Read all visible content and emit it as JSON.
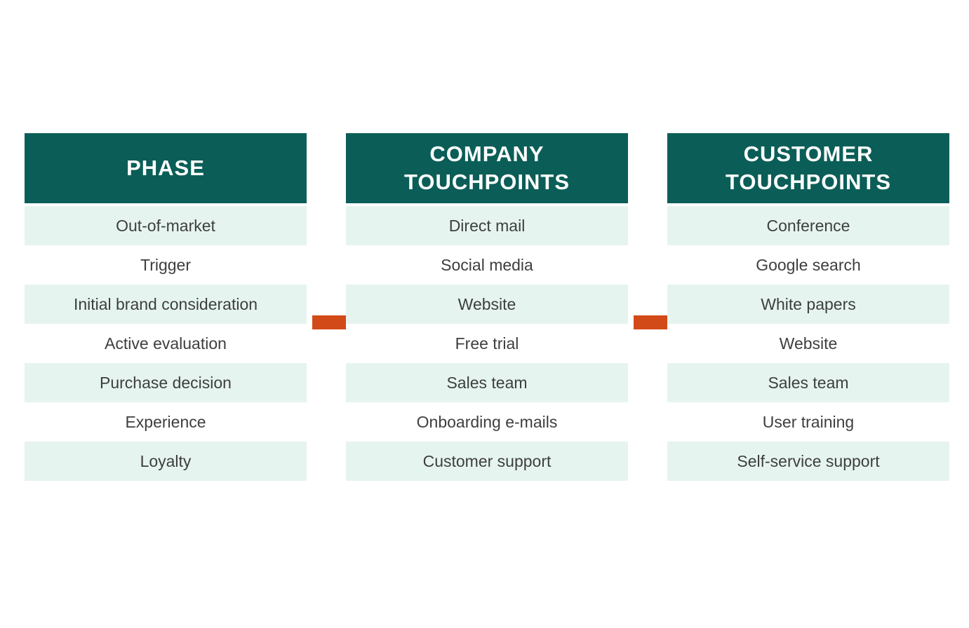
{
  "diagram": {
    "title": "customer-journey-touchpoints-table",
    "columns": [
      {
        "header": "PHASE",
        "rows": [
          "Out-of-market",
          "Trigger",
          "Initial brand consideration",
          "Active evaluation",
          "Purchase decision",
          "Experience",
          "Loyalty"
        ]
      },
      {
        "header": "COMPANY TOUCHPOINTS",
        "rows": [
          "Direct mail",
          "Social media",
          "Website",
          "Free trial",
          "Sales team",
          "Onboarding e-mails",
          "Customer support"
        ]
      },
      {
        "header": "CUSTOMER TOUCHPOINTS",
        "rows": [
          "Conference",
          "Google search",
          "White papers",
          "Website",
          "Sales team",
          "User training",
          "Self-service support"
        ]
      }
    ],
    "colors": {
      "header_bg": "#0b5e57",
      "header_text": "#ffffff",
      "row_alt_bg": "#e6f4f0",
      "row_bg": "#ffffff",
      "row_text": "#3d3f3e",
      "arrow": "#d24a18",
      "background": "#ffffff"
    }
  }
}
